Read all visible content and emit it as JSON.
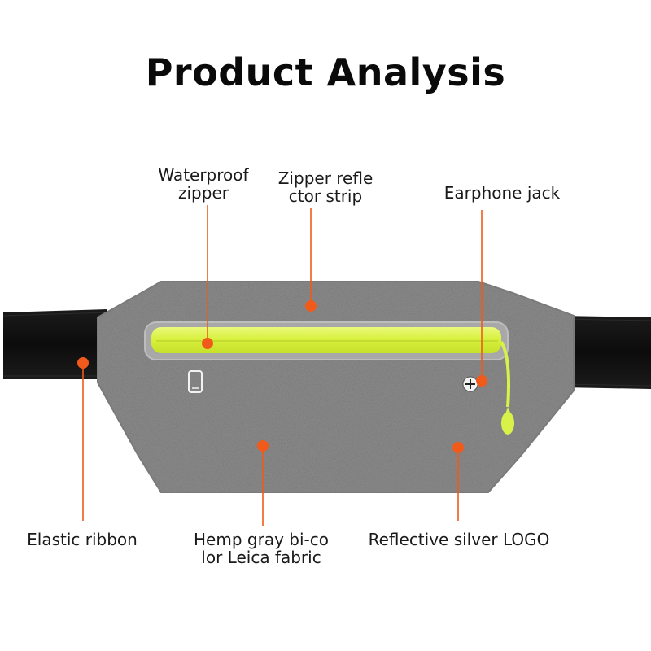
{
  "title": "Product Analysis",
  "colors": {
    "callout": "#f05a1a",
    "fabric": "#8a8a8a",
    "strap": "#121212",
    "zipper": "#d9f24a"
  },
  "callouts": {
    "waterproof_zipper": {
      "line1": "Waterproof",
      "line2": "zipper"
    },
    "zipper_reflector": {
      "line1": "Zipper refle",
      "line2": "ctor strip"
    },
    "earphone_jack": {
      "line1": "Earphone jack"
    },
    "elastic_ribbon": {
      "line1": "Elastic ribbon"
    },
    "fabric": {
      "line1": "Hemp gray bi-co",
      "line2": "lor Leica fabric"
    },
    "logo": {
      "line1": "Reflective silver LOGO"
    }
  },
  "icons": {
    "phone": "phone-icon",
    "jack": "earphone-jack-icon"
  }
}
